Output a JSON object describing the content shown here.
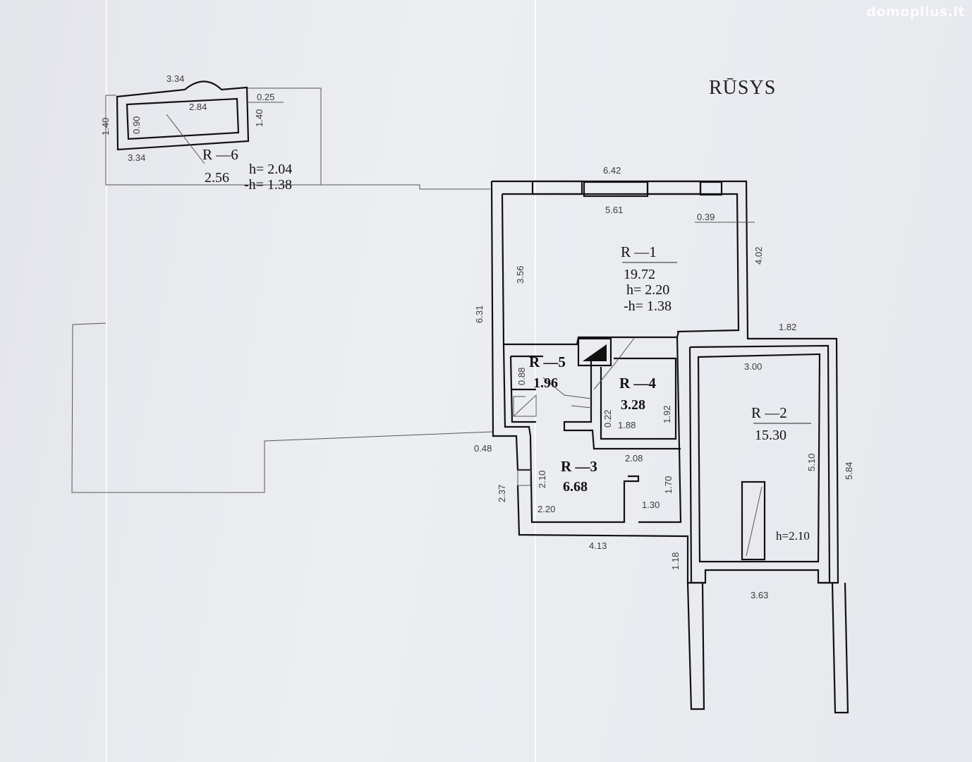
{
  "title": "RŪSYS",
  "watermark": "domoplius.lt",
  "rooms": [
    {
      "id": "R-1",
      "label": "R —1",
      "area": "19.72",
      "height": "h= 2.20",
      "neg_height": "-h= 1.38"
    },
    {
      "id": "R-2",
      "label": "R —2",
      "area": "15.30",
      "height": "h=2.10"
    },
    {
      "id": "R-3",
      "label": "R —3",
      "area": "6.68"
    },
    {
      "id": "R-4",
      "label": "R —4",
      "area": "3.28"
    },
    {
      "id": "R-5",
      "label": "R —5",
      "area": "1.96"
    },
    {
      "id": "R-6",
      "label": "R —6",
      "area": "2.56",
      "height": "h= 2.04",
      "neg_height": "-h= 1.38"
    }
  ],
  "dimensions": {
    "r6_top": "3.34",
    "r6_bottom": "3.34",
    "r6_inner": "2.84",
    "r6_left": "1.40",
    "r6_inner_h": "0.90",
    "r6_right": "1.40",
    "r6_wall": "0.25",
    "r1_top_outer": "6.42",
    "r1_top_inner": "5.61",
    "r1_wall": "0.39",
    "r1_left_inner": "3.56",
    "r1_right": "4.02",
    "left_outer": "6.31",
    "r2_top_step": "1.82",
    "r2_top_inner": "3.00",
    "r2_right_inner": "5.10",
    "r2_right_outer": "5.84",
    "r2_bottom": "3.63",
    "stub": "1.18",
    "bottom": "4.13",
    "r5_h": "0.88",
    "r4_width": "1.88",
    "r4_h": "1.92",
    "r4_gap": "0.22",
    "r3_top": "2.08",
    "r3_left": "2.10",
    "r3_bottom": "2.20",
    "r3b_h": "1.70",
    "r3b_w": "1.30",
    "door_w": "0.48",
    "left_low": "2.37"
  }
}
